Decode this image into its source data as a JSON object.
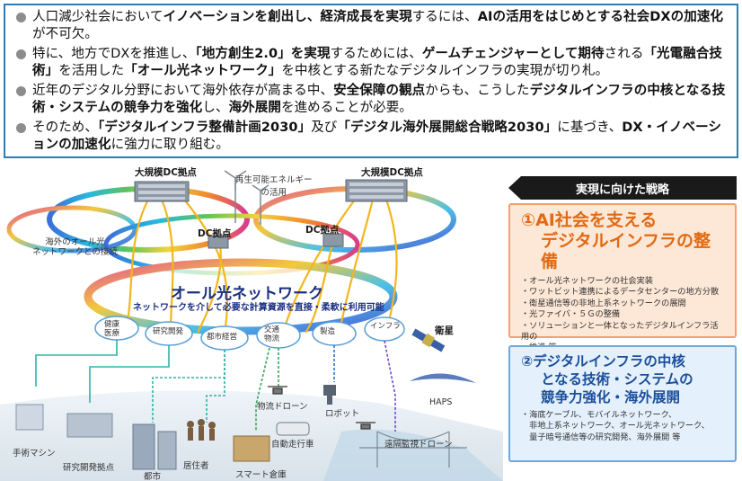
{
  "bullets": [
    {
      "segments": [
        {
          "t": "人口減少社会において",
          "b": false
        },
        {
          "t": "イノベーションを創出し、経済成長を実現",
          "b": true
        },
        {
          "t": "するには、",
          "b": false
        },
        {
          "t": "AIの活用をはじめとする社会DXの加速化",
          "b": true
        },
        {
          "t": "が不可欠。",
          "b": false
        }
      ]
    },
    {
      "segments": [
        {
          "t": "特に、地方でDXを推進し、",
          "b": false
        },
        {
          "t": "「地方創生2.0」を実現",
          "b": true
        },
        {
          "t": "するためには、",
          "b": false
        },
        {
          "t": "ゲームチェンジャーとして期待",
          "b": true
        },
        {
          "t": "される",
          "b": false
        },
        {
          "t": "「光電融合技術」",
          "b": true
        },
        {
          "t": "を活用した",
          "b": false
        },
        {
          "t": "「オール光ネットワーク」",
          "b": true
        },
        {
          "t": "を中核とする新たなデジタルインフラの実現が切り札。",
          "b": false
        }
      ]
    },
    {
      "segments": [
        {
          "t": "近年のデジタル分野において海外依存が高まる中、",
          "b": false
        },
        {
          "t": "安全保障の観点",
          "b": true
        },
        {
          "t": "からも、こうした",
          "b": false
        },
        {
          "t": "デジタルインフラの中核となる技術・システムの競争力を強化",
          "b": true
        },
        {
          "t": "し、",
          "b": false
        },
        {
          "t": "海外展開",
          "b": true
        },
        {
          "t": "を進めることが必要。",
          "b": false
        }
      ]
    },
    {
      "segments": [
        {
          "t": "そのため、",
          "b": false
        },
        {
          "t": "「デジタルインフラ整備計画2030」",
          "b": true
        },
        {
          "t": "及び",
          "b": false
        },
        {
          "t": "「デジタル海外展開総合戦略2030」",
          "b": true
        },
        {
          "t": "に基づき、",
          "b": false
        },
        {
          "t": "DX・イノベーションの加速化",
          "b": true
        },
        {
          "t": "に強力に取り組む。",
          "b": false
        }
      ]
    }
  ],
  "diagram": {
    "dc_left": "大規模DC拠点",
    "dc_right": "大規模DC拠点",
    "renewable": "再生可能エネルギー\nの活用",
    "overseas": "海外のオール光\nネットワークとの接続",
    "dc_small_1": "DC拠点",
    "dc_small_2": "DC拠点",
    "ring_title": "オール光ネットワーク",
    "ring_sub": "ネットワークを介して必要な計算資源を直接・柔軟に利用可能",
    "clouds": [
      "健康\n医療",
      "研究開発",
      "都市経営",
      "交通\n物流",
      "製造",
      "インフラ"
    ],
    "satellite": "衛星",
    "haps": "HAPS",
    "drone_cargo": "物流ドローン",
    "robot": "ロボット",
    "autonomous": "自動走行車",
    "remote_drone": "遠隔監視ドローン",
    "surgery": "手術マシン",
    "research_base": "研究開発拠点",
    "city": "都市",
    "residents": "居住者",
    "warehouse": "スマート倉庫"
  },
  "strategy": {
    "header": "実現に向けた戦略",
    "box1": {
      "title_l1": "①AI社会を支える",
      "title_l2": "デジタルインフラの整備",
      "items": [
        "・オール光ネットワークの社会実装",
        "・ワットビット連携によるデータセンターの地方分散",
        "・衛星通信等の非地上系ネットワークの展開",
        "・光ファイバ・５Ｇの整備",
        "・ソリューションと一体となったデジタルインフラ活用の",
        "　推進 等"
      ]
    },
    "box2": {
      "title_l1": "②デジタルインフラの中核",
      "title_l2": "となる技術・システムの",
      "title_l3": "競争力強化・海外展開",
      "items": [
        "・海底ケーブル、モバイルネットワーク、",
        "　非地上系ネットワーク、オール光ネットワーク、",
        "　量子暗号通信等の研究開発、海外展開 等"
      ]
    }
  },
  "colors": {
    "border_blue": "#2a7fb6",
    "orange": "#e26a12",
    "navy": "#1b4f9c",
    "header_black": "#1a1a1a"
  }
}
